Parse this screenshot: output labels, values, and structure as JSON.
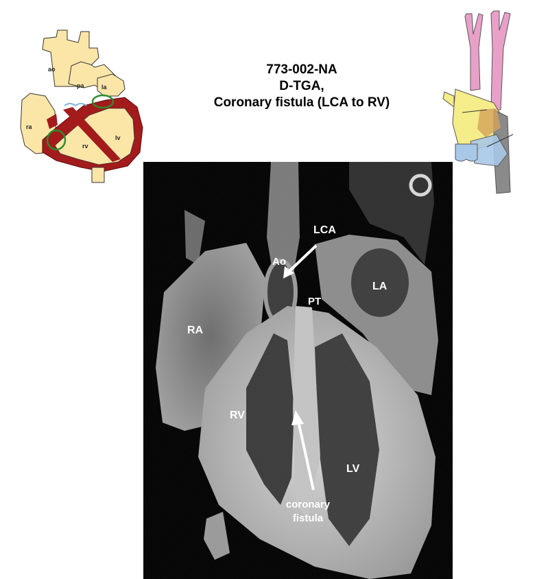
{
  "title": {
    "line1": "773-002-NA",
    "line2": "D-TGA,",
    "line3": "Coronary fistula (LCA to RV)"
  },
  "heart_diagram": {
    "labels": {
      "ao": "ao",
      "pa": "pa",
      "la": "la",
      "ra": "ra",
      "rv": "rv",
      "lv": "lv"
    }
  },
  "scan": {
    "labels": {
      "lca": "LCA",
      "ao": "Ao",
      "pt": "PT",
      "la": "LA",
      "ra": "RA",
      "rv": "RV",
      "lv": "LV",
      "fistula_line1": "coronary",
      "fistula_line2": "fistula"
    }
  },
  "colors": {
    "diagram_fill": "#fbe6a8",
    "myocardium": "#a31b1b",
    "valve_ring": "#2e8b2e",
    "vessel_pink": "#e8a0c8",
    "vessel_yellow": "#f5ec8a",
    "vessel_gray": "#8a8a8a",
    "vessel_blue": "#a8c8e8",
    "scan_background": "#000000",
    "arrow": "#ffffff"
  }
}
